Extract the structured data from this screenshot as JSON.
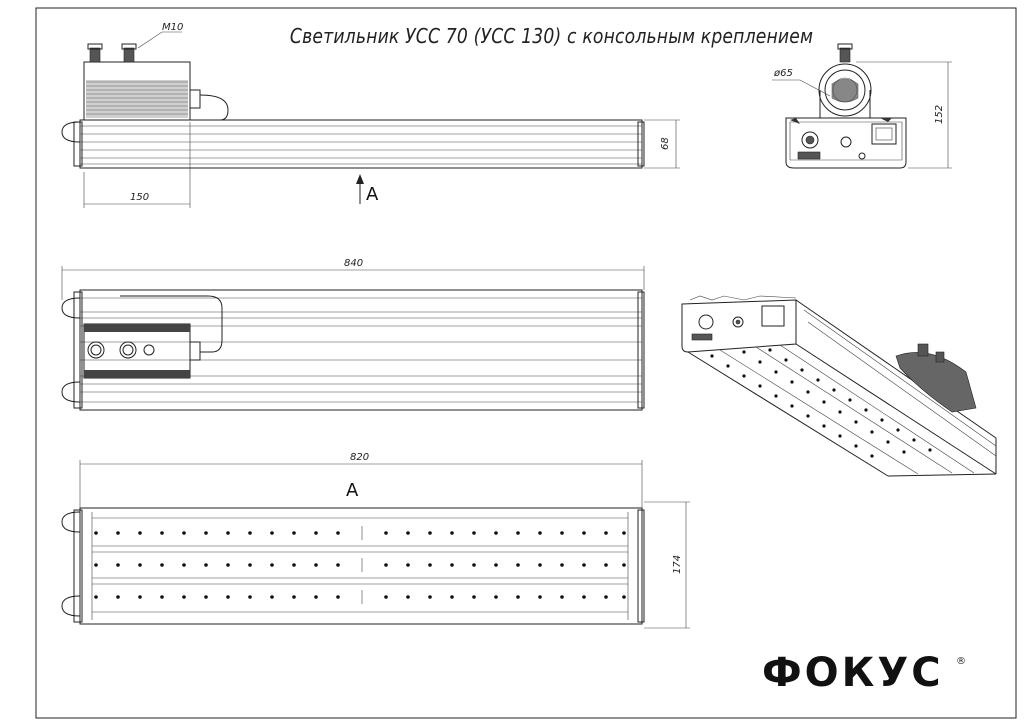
{
  "title": "Светильник УСС 70 (УСС 130) с консольным креплением",
  "dimensions": {
    "thread": "M10",
    "width_side": "150",
    "height_side": "68",
    "diameter_end": "ø65",
    "height_end": "152",
    "length_top": "840",
    "length_bottom": "820",
    "width_bottom": "174"
  },
  "view_labels": {
    "view_a_arrow": "A",
    "view_a_title": "A"
  },
  "brand": {
    "name": "ФОКУС",
    "registered": "®"
  }
}
